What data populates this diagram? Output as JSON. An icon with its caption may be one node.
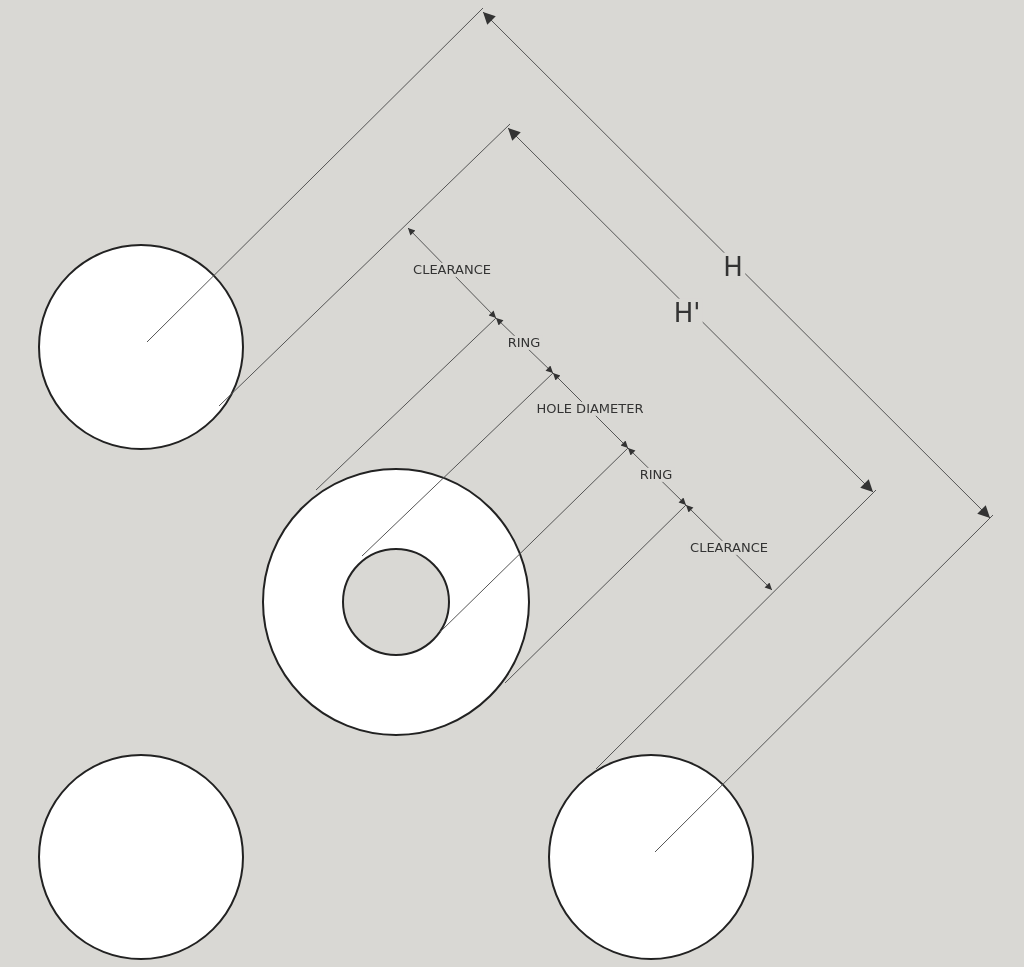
{
  "diagram": {
    "labels": [
      "H",
      "H'",
      "CLEARANCE",
      "RING",
      "HOLE DIAMETER",
      "RING",
      "CLEARANCE"
    ]
  }
}
